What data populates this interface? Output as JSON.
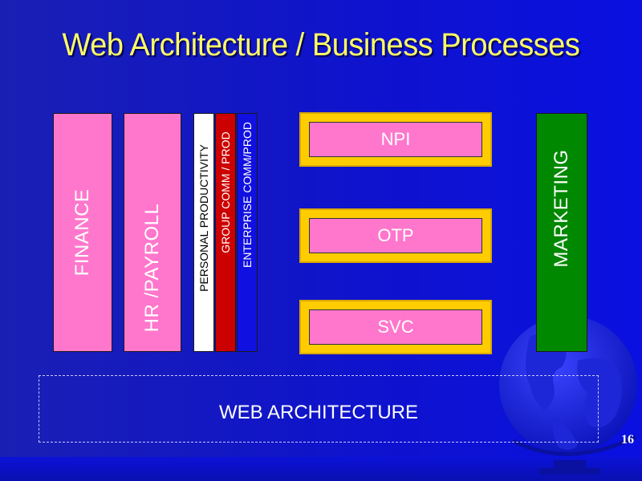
{
  "slide": {
    "title": "Web Architecture / Business Processes",
    "page_number": "16"
  },
  "columns": {
    "finance": "FINANCE",
    "hr_payroll": "HR /PAYROLL",
    "personal_productivity": "PERSONAL PRODUCTIVITY",
    "group_comm": "GROUP COMM / PROD",
    "enterprise_comm": "ENTERPRISE COMM/PROD",
    "marketing": "MARKETING"
  },
  "processes": {
    "npi": "NPI",
    "otp": "OTP",
    "svc": "SVC"
  },
  "foundation": {
    "web_architecture": "WEB ARCHITECTURE"
  },
  "colors": {
    "background": "#1010c8",
    "title": "#ffff66",
    "pink": "#ff77cc",
    "gold": "#ffcc00",
    "red": "#cc0000",
    "blue": "#1010e0",
    "green": "#008800"
  }
}
